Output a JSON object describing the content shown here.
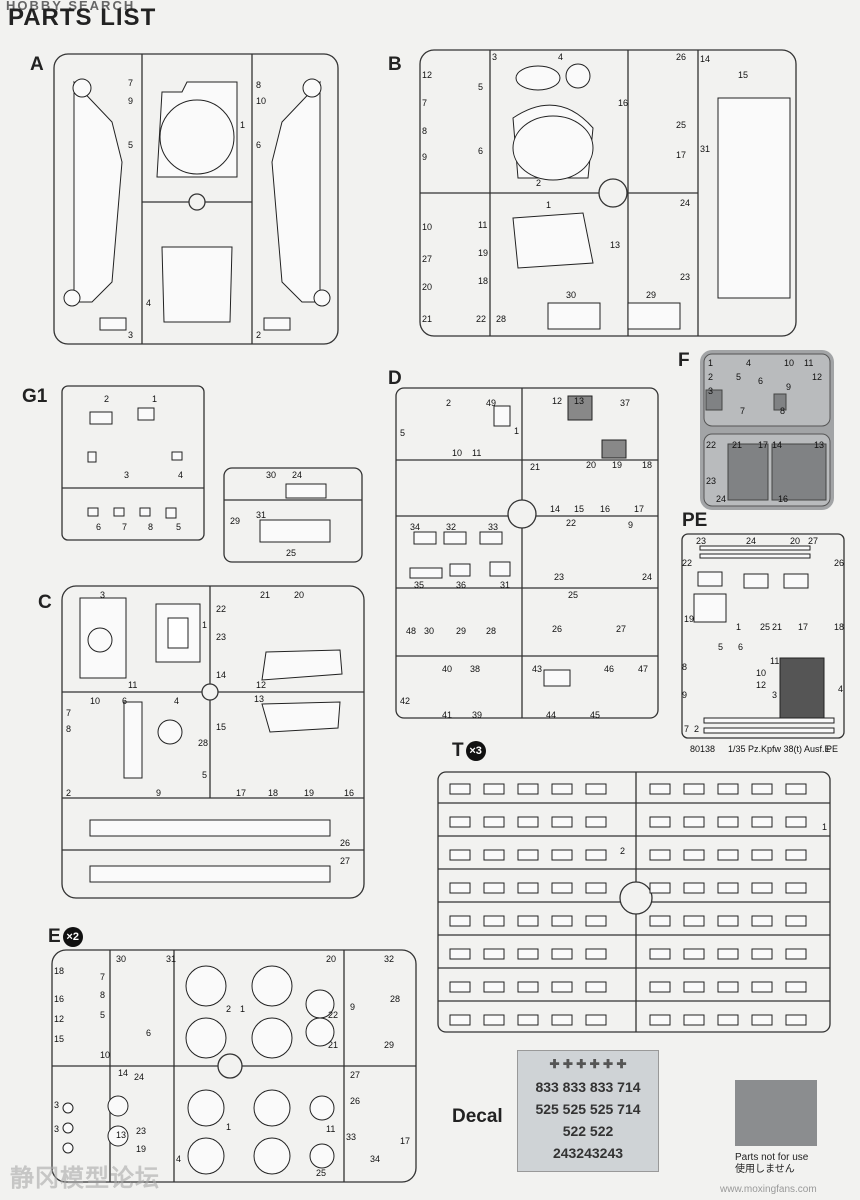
{
  "header": {
    "watermark_top": "HOBBY SEARCH",
    "title": "PARTS LIST"
  },
  "sprues": {
    "A": {
      "label": "A",
      "parts": [
        "1",
        "2",
        "3",
        "4",
        "5",
        "6",
        "7",
        "8",
        "9",
        "10"
      ]
    },
    "B": {
      "label": "B",
      "parts": [
        "1",
        "2",
        "3",
        "4",
        "5",
        "6",
        "7",
        "8",
        "9",
        "10",
        "11",
        "12",
        "13",
        "14",
        "15",
        "16",
        "17",
        "18",
        "19",
        "20",
        "21",
        "22",
        "23",
        "24",
        "25",
        "26",
        "27",
        "28",
        "29",
        "30",
        "31"
      ]
    },
    "G1": {
      "label": "G1",
      "parts": [
        "1",
        "2",
        "3",
        "4",
        "5",
        "6",
        "7",
        "8"
      ]
    },
    "G2": {
      "parts": [
        "24",
        "25",
        "29",
        "30",
        "31"
      ]
    },
    "C": {
      "label": "C",
      "parts": [
        "1",
        "2",
        "3",
        "4",
        "5",
        "6",
        "7",
        "8",
        "9",
        "10",
        "11",
        "12",
        "13",
        "14",
        "15",
        "16",
        "17",
        "18",
        "19",
        "20",
        "21",
        "22",
        "23",
        "26",
        "27",
        "28"
      ]
    },
    "D": {
      "label": "D",
      "parts": [
        "1",
        "2",
        "5",
        "9",
        "10",
        "11",
        "12",
        "13",
        "14",
        "15",
        "16",
        "17",
        "18",
        "19",
        "20",
        "21",
        "22",
        "23",
        "24",
        "25",
        "26",
        "27",
        "28",
        "29",
        "30",
        "31",
        "32",
        "33",
        "34",
        "35",
        "36",
        "37",
        "38",
        "39",
        "40",
        "41",
        "42",
        "43",
        "44",
        "45",
        "46",
        "47",
        "48",
        "49"
      ]
    },
    "F": {
      "label": "F",
      "parts": [
        "1",
        "2",
        "3",
        "4",
        "5",
        "6",
        "7",
        "8",
        "9",
        "10",
        "11",
        "12",
        "13",
        "14",
        "16",
        "17",
        "21",
        "22",
        "23",
        "24"
      ]
    },
    "PE": {
      "label": "PE",
      "parts": [
        "1",
        "2",
        "3",
        "4",
        "5",
        "6",
        "7",
        "8",
        "9",
        "10",
        "11",
        "12",
        "17",
        "18",
        "19",
        "20",
        "21",
        "22",
        "23",
        "24",
        "25",
        "26",
        "27"
      ],
      "footer_code": "80138",
      "footer_name": "1/35 Pz.Kpfw 38(t) Ausf.E",
      "footer_tag": "PE"
    },
    "T": {
      "label": "T",
      "multiplier": "×3",
      "parts": [
        "1",
        "2"
      ]
    },
    "E": {
      "label": "E",
      "multiplier": "×2",
      "parts": [
        "1",
        "2",
        "3",
        "4",
        "5",
        "6",
        "7",
        "8",
        "9",
        "10",
        "11",
        "12",
        "13",
        "14",
        "15",
        "16",
        "17",
        "18",
        "19",
        "20",
        "21",
        "22",
        "23",
        "24",
        "25",
        "26",
        "27",
        "28",
        "29",
        "30",
        "31",
        "32",
        "33",
        "34"
      ]
    }
  },
  "decal": {
    "label": "Decal",
    "rows": [
      "833 833 833 714",
      "525 525 525 714",
      "522 522",
      "243243243"
    ]
  },
  "legend": {
    "swatch_color": "#8b8d8f",
    "line1": "Parts not for use",
    "line2": "使用しません"
  },
  "watermark_bottom": "静冈模型论坛",
  "watermark_url": "www.moxingfans.com"
}
